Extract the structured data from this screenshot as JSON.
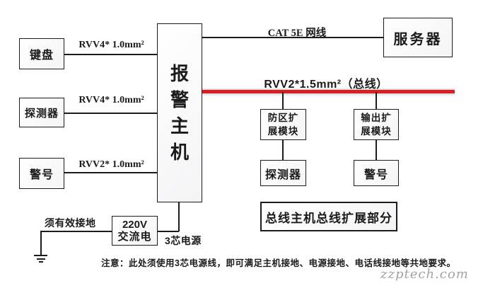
{
  "host": {
    "label": "报警主机"
  },
  "left_devices": {
    "keyboard": "键盘",
    "detector": "探测器",
    "siren": "警号"
  },
  "wire_labels": {
    "keyboard": "RVV4* 1.0mm²",
    "detector": "RVV4* 1.0mm²",
    "siren": "RVV2* 1.0mm²"
  },
  "network": {
    "cable_label": "CAT 5E 网线",
    "server": "服务器"
  },
  "bus": {
    "label": "RVV2*1.5mm²（总线）",
    "color": "#d9201f",
    "zone_module": "防区扩展模块",
    "output_module": "输出扩展模块",
    "detector": "探测器",
    "siren": "警号",
    "section_label": "总线主机总线扩展部分"
  },
  "power": {
    "ground_label": "须有效接地",
    "source_line1": "220V",
    "source_line2": "交流电",
    "cord_label": "3芯电源"
  },
  "note": "注意：此处须使用3芯电源线，即可满足主机接地、电源接地、电话线接地等共地要求。",
  "watermark": "zzptech.com"
}
